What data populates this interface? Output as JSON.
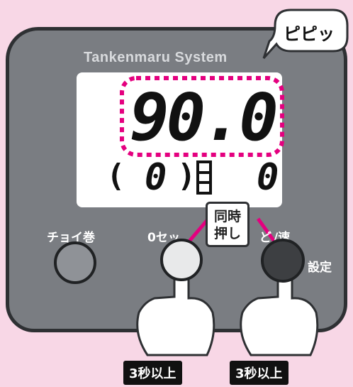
{
  "brand": "Tankenmaru System",
  "beep": "ピピッ",
  "display": {
    "main_value": "90.0",
    "left_bracket_open": "(",
    "left_value": "0",
    "left_bracket_close": ")",
    "right_value": "0"
  },
  "buttons": {
    "left_label": "チョイ巻",
    "center_label": "0セッ",
    "right_label": "/速",
    "right_label_fragment": "ど",
    "settings_label": "設定"
  },
  "callout": {
    "line1": "同時",
    "line2": "押し"
  },
  "hold_tags": [
    "3秒以上",
    "3秒以上"
  ],
  "colors": {
    "background": "#f8d7e6",
    "device_body": "#7a7d82",
    "device_border": "#2e3033",
    "accent_magenta": "#e4007f"
  }
}
